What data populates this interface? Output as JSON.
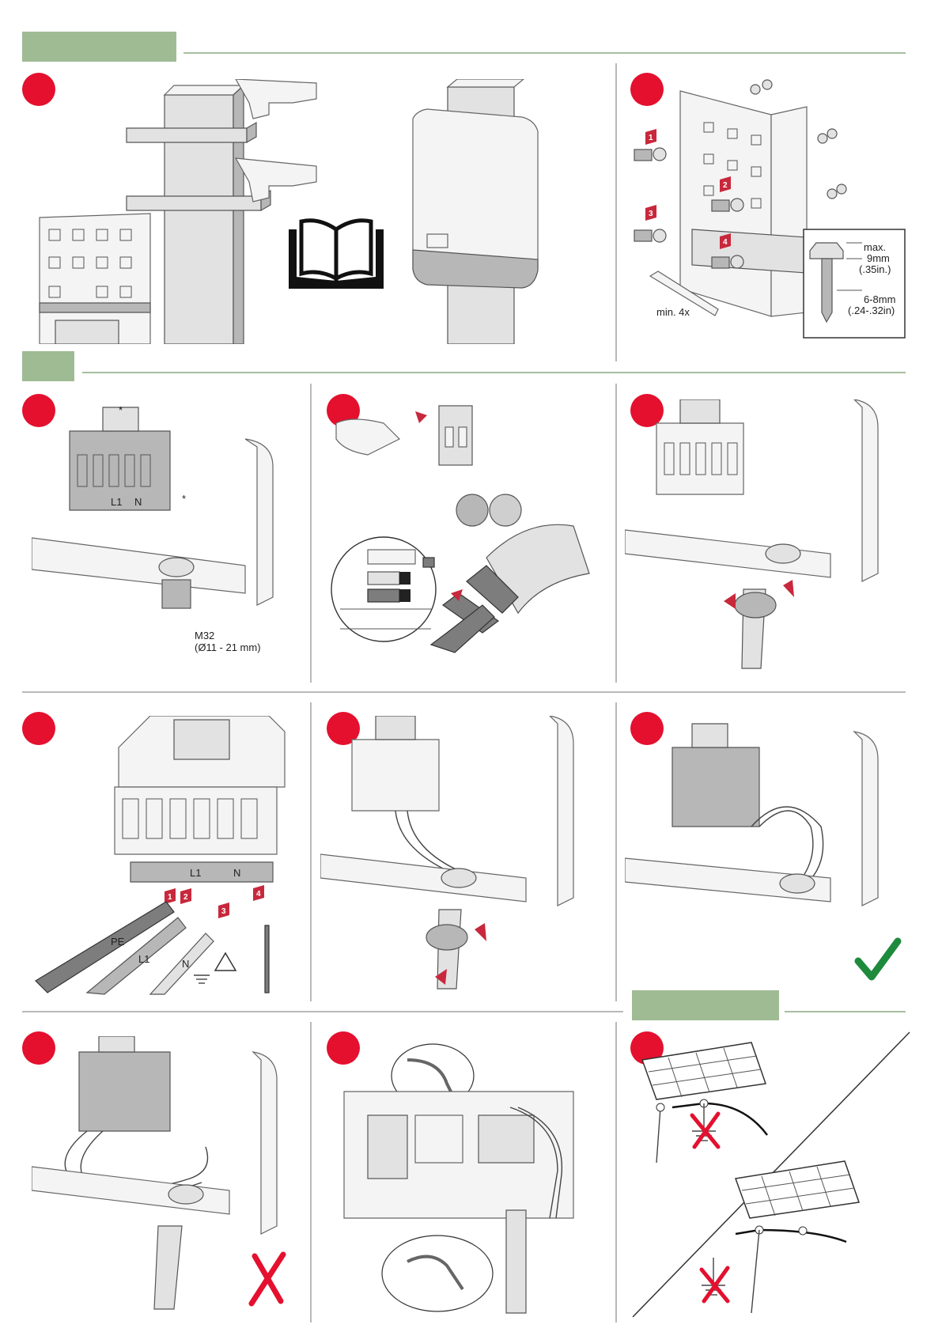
{
  "colors": {
    "badge": "#e4102e",
    "section_header": "#9fbb94",
    "divider": "#b9b9b9",
    "ok_check": "#1e8a3c",
    "wrong_cross": "#e4102e"
  },
  "icons": [
    "manual-book-icon",
    "open-end-wrench-icon",
    "ground-symbol-icon",
    "warning-triangle-icon",
    "checkmark-icon",
    "cross-mark-icon",
    "cable-tie-icon"
  ],
  "mounting": {
    "screw_spec": {
      "max_label": "max.",
      "max_mm": "9mm",
      "max_in": "(.35in.)",
      "dia_mm": "6-8mm",
      "dia_in": "(.24-.32in)"
    },
    "wrench_note": "min. 4x",
    "step_numbers": [
      "1",
      "2",
      "3",
      "4"
    ]
  },
  "ac_connection": {
    "star_mark": "*",
    "star_mark_2": "*",
    "terminal_labels": [
      "L1",
      "N"
    ],
    "gland_size": "M32",
    "gland_range": "(Ø11 - 21 mm)",
    "wire_labels": [
      "PE",
      "L1",
      "N"
    ],
    "sequence_numbers": [
      "1",
      "2",
      "3",
      "4"
    ],
    "twist_numbers": [
      "1",
      "2"
    ]
  }
}
